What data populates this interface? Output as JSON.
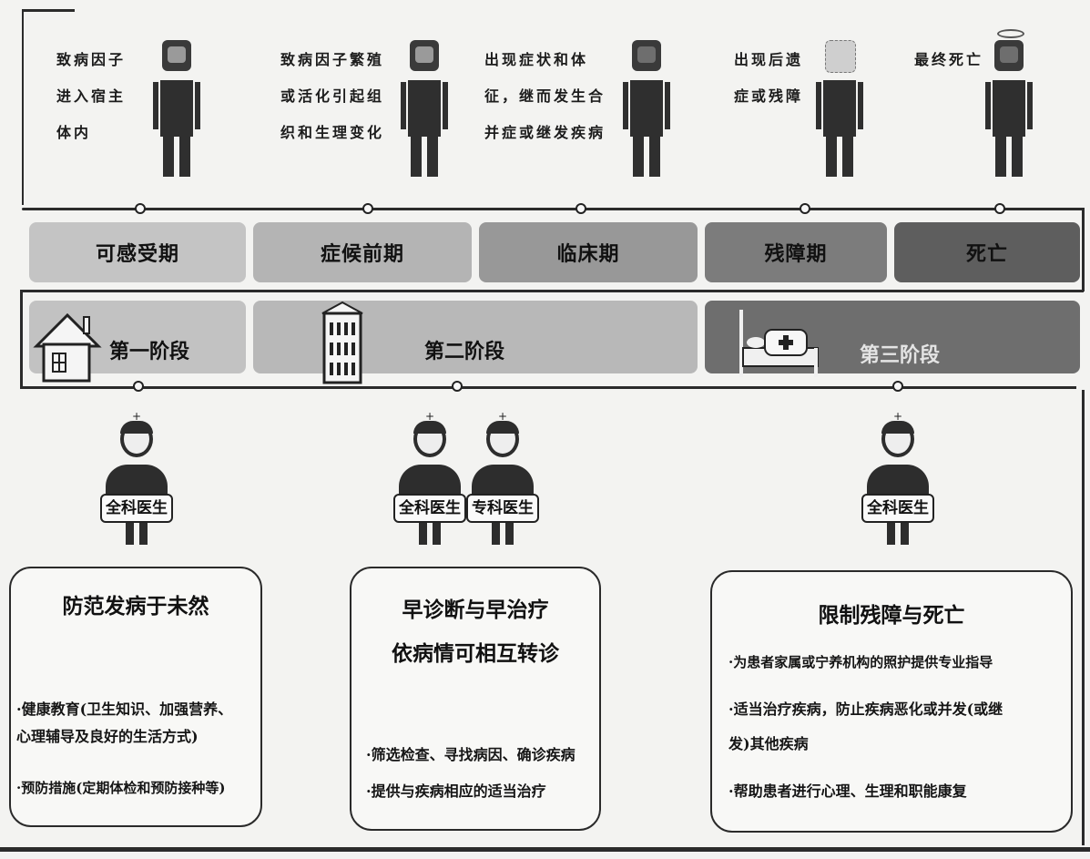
{
  "events": [
    {
      "caption": "致病因子\n进入宿主\n体内",
      "figure": "person-healthy-icon"
    },
    {
      "caption": "致病因子繁殖\n或活化引起组\n织和生理变化",
      "figure": "person-changes-icon"
    },
    {
      "caption": "出现症状和体\n征，继而发生合\n并症或继发疾病",
      "figure": "person-sick-icon"
    },
    {
      "caption": "出现后遗\n症或残障",
      "figure": "person-disabled-icon"
    },
    {
      "caption": "最终死亡",
      "figure": "person-deceased-icon"
    }
  ],
  "stages": [
    "可感受期",
    "症候前期",
    "临床期",
    "残障期",
    "死亡"
  ],
  "phases": {
    "first": "第一阶段",
    "second": "第二阶段",
    "third": "第三阶段"
  },
  "doctors": {
    "general": "全科医生",
    "specialist": "专科医生"
  },
  "boxes": [
    {
      "title": "防范发病于未然",
      "items": [
        "·健康教育(卫生知识、加强营养、\n心理辅导及良好的生活方式)",
        "·预防措施(定期体检和预防接种等)"
      ]
    },
    {
      "title": "早诊断与早治疗",
      "subtitle": "依病情可相互转诊",
      "items": [
        "·筛选检查、寻找病因、确诊疾病",
        "·提供与疾病相应的适当治疗"
      ]
    },
    {
      "title": "限制残障与死亡",
      "items": [
        "·为患者家属或宁养机构的照护提供专业指导",
        "·适当治疗疾病，防止疾病恶化或并发(或继\n发)其他疾病",
        "·帮助患者进行心理、生理和职能康复"
      ]
    }
  ],
  "colors": {
    "stage_fills": [
      "#c4c4c4",
      "#b4b4b4",
      "#989898",
      "#7c7c7c",
      "#5e5e5e"
    ],
    "phase_fills": [
      "#c2c2c2",
      "#b8b8b8",
      "#6e6e6e"
    ]
  }
}
